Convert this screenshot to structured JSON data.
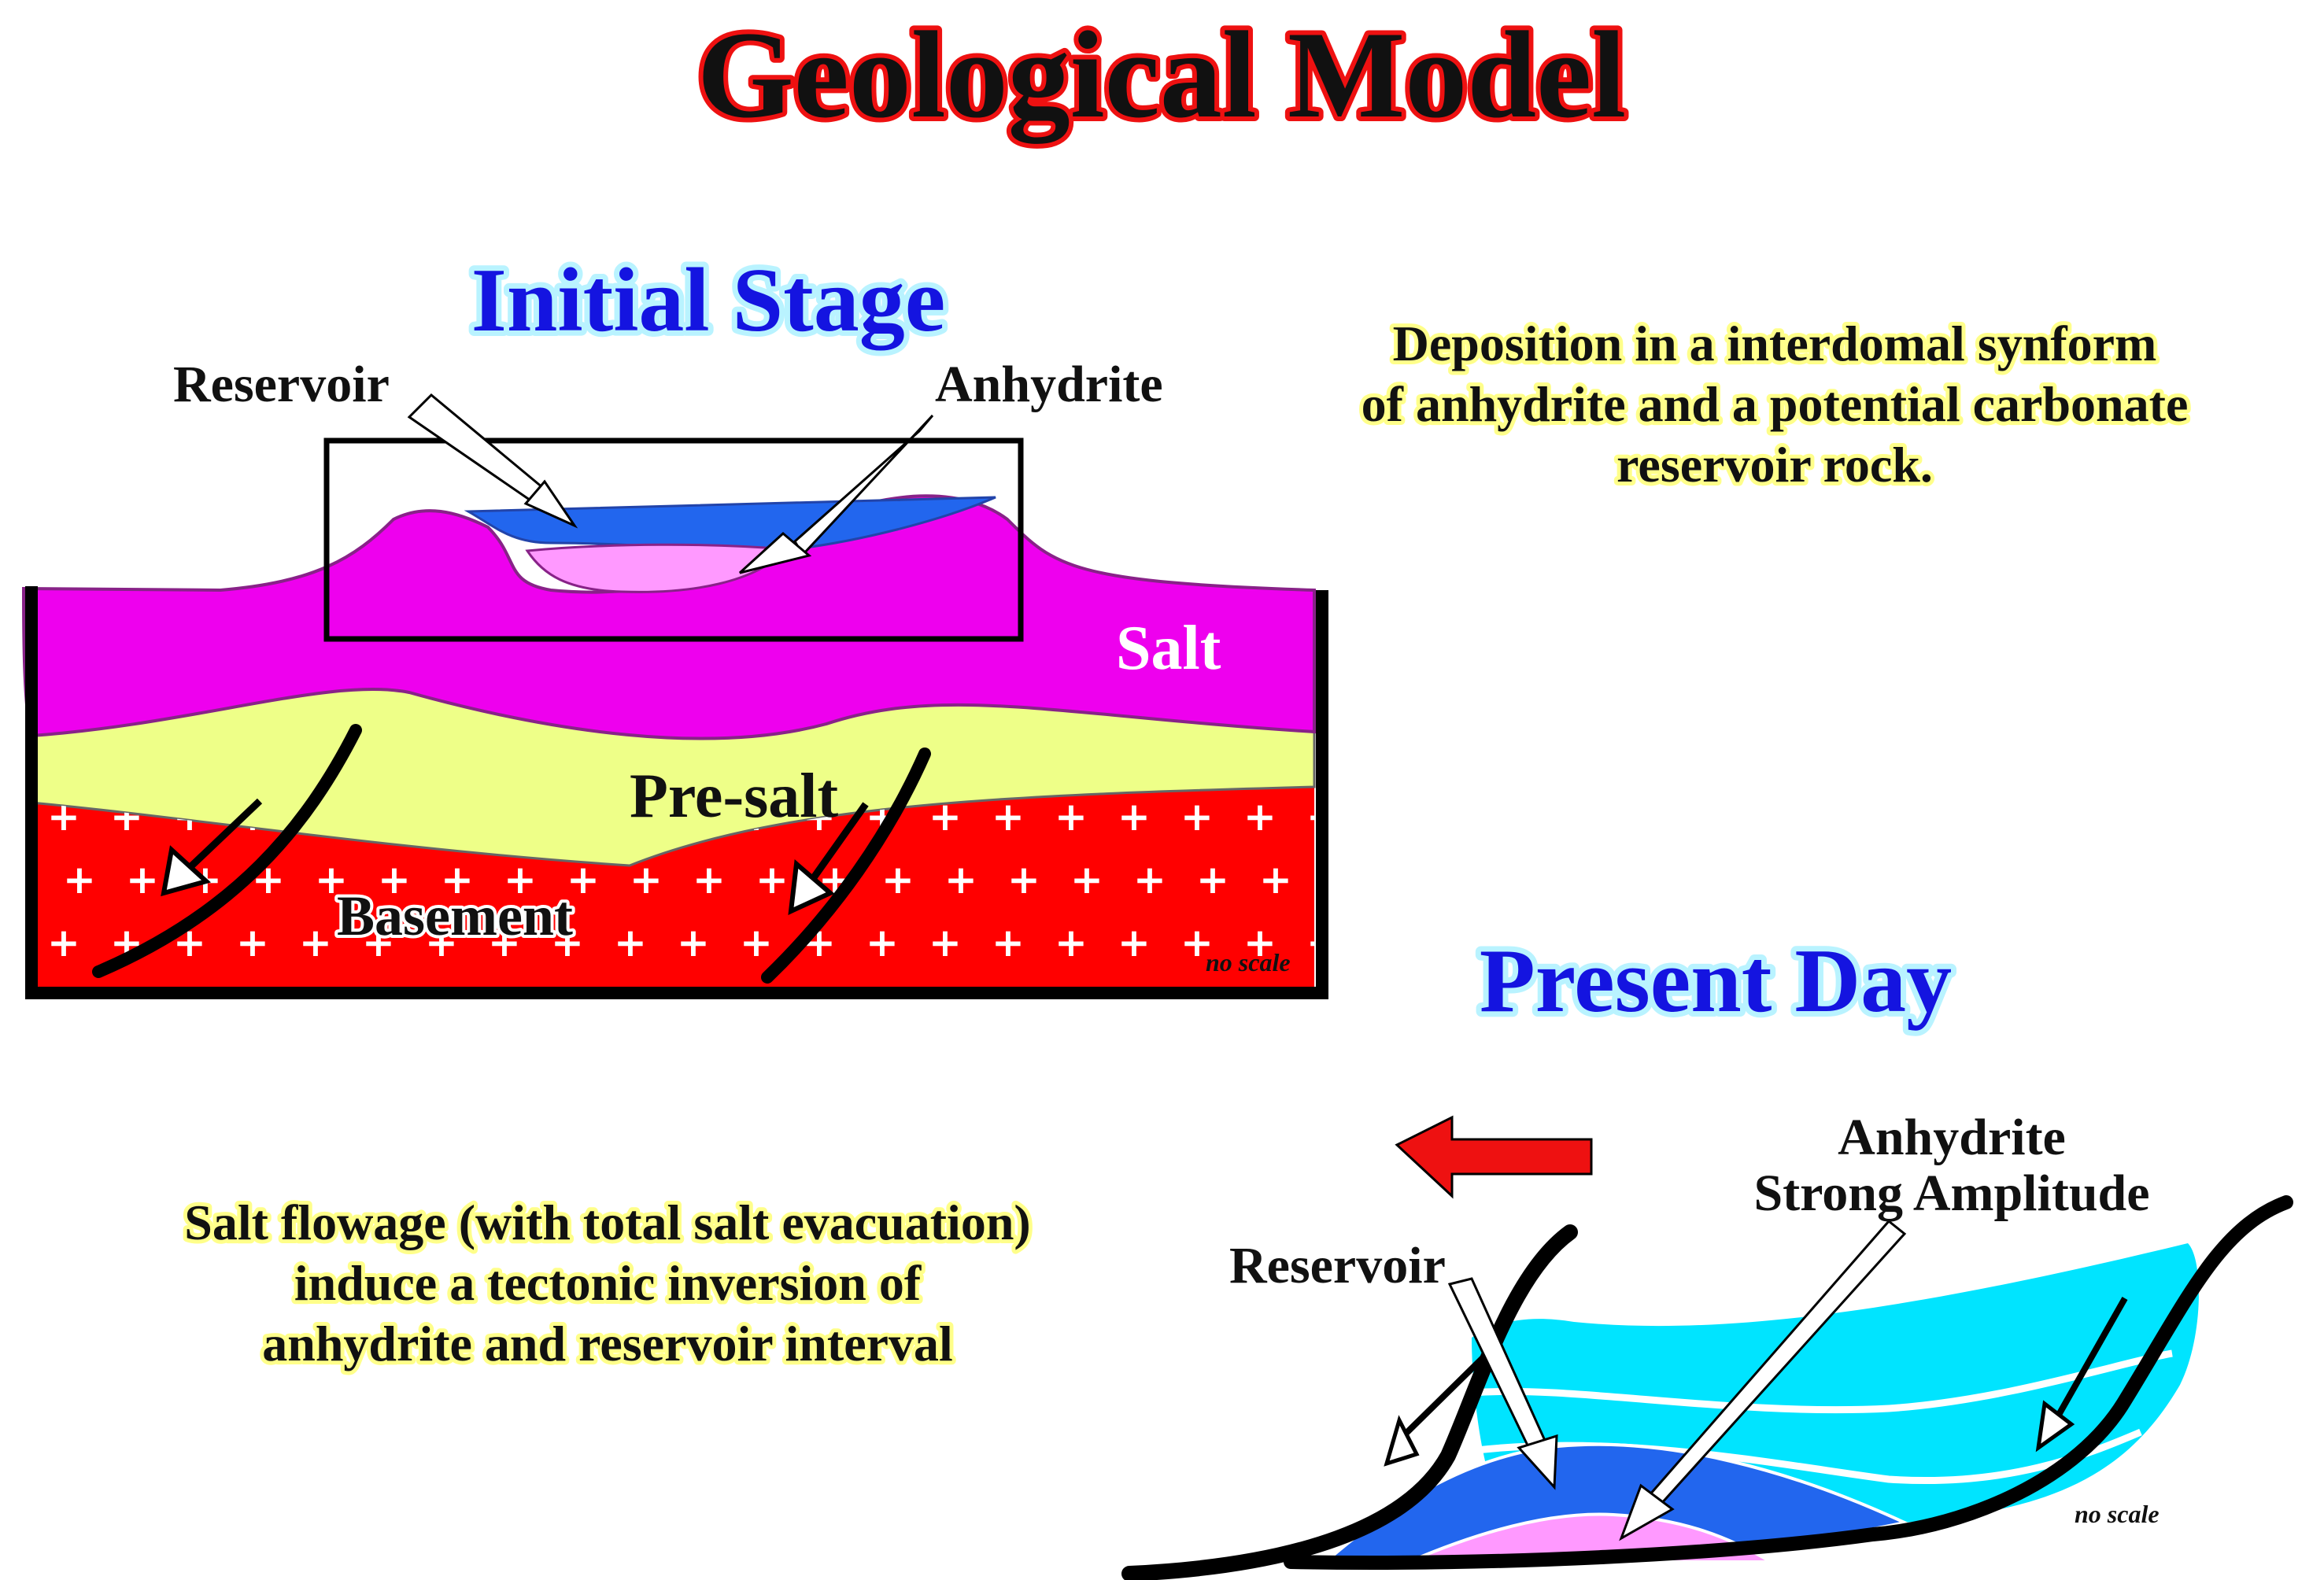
{
  "title": "Geological Model",
  "initial_stage": {
    "title": "Initial Stage",
    "labels": {
      "reservoir": "Reservoir",
      "anhydrite": "Anhydrite",
      "salt": "Salt",
      "presalt": "Pre-salt",
      "basement": "Basement",
      "no_scale": "no scale"
    },
    "description": [
      "Deposition in a interdomal synform",
      "of anhydrite and a potential carbonate",
      "reservoir rock."
    ]
  },
  "present_day": {
    "title": "Present Day",
    "labels": {
      "anhydrite_line1": "Anhydrite",
      "anhydrite_line2": "Strong Amplitude",
      "reservoir": "Reservoir",
      "no_scale": "no scale"
    },
    "description": [
      "Salt flowage (with total salt evacuation)",
      "induce a tectonic inversion of",
      "anhydrite and reservoir interval"
    ]
  },
  "colors": {
    "salt": "#ee00ee",
    "presalt": "#eeff88",
    "basement": "#ff0000",
    "anhydrite": "#2266ee",
    "reservoir": "#ff99ff",
    "sediment": "#00e4ff"
  }
}
